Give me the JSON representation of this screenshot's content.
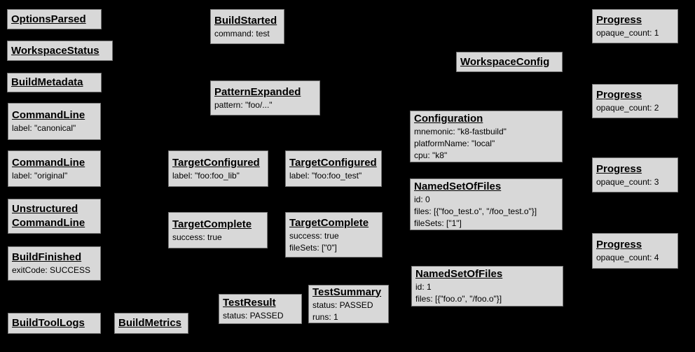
{
  "diagram_title": "Build Event Protocol event graph",
  "colors": {
    "background": "#000000",
    "box_fill": "#d8d8d8",
    "box_border": "#777777",
    "text": "#000000"
  },
  "nodes": [
    {
      "title": "OptionsParsed",
      "lines": []
    },
    {
      "title": "WorkspaceStatus",
      "lines": []
    },
    {
      "title": "BuildMetadata",
      "lines": []
    },
    {
      "title": "CommandLine",
      "lines": [
        "label: \"canonical\""
      ]
    },
    {
      "title": "CommandLine",
      "lines": [
        "label: \"original\""
      ]
    },
    {
      "title": "Unstructured CommandLine",
      "lines": []
    },
    {
      "title": "BuildFinished",
      "lines": [
        "exitCode: SUCCESS"
      ]
    },
    {
      "title": "BuildToolLogs",
      "lines": []
    },
    {
      "title": "BuildMetrics",
      "lines": []
    },
    {
      "title": "BuildStarted",
      "lines": [
        "command: test"
      ]
    },
    {
      "title": "PatternExpanded",
      "lines": [
        "pattern: \"foo/...\""
      ]
    },
    {
      "title": "TargetConfigured",
      "lines": [
        "label: \"foo:foo_lib\""
      ]
    },
    {
      "title": "TargetConfigured",
      "lines": [
        "label: \"foo:foo_test\""
      ]
    },
    {
      "title": "TargetComplete",
      "lines": [
        "success: true"
      ]
    },
    {
      "title": "TargetComplete",
      "lines": [
        "success: true",
        "fileSets: [\"0\"]"
      ]
    },
    {
      "title": "TestResult",
      "lines": [
        "status: PASSED"
      ]
    },
    {
      "title": "TestSummary",
      "lines": [
        "status: PASSED",
        "runs: 1"
      ]
    },
    {
      "title": "WorkspaceConfig",
      "lines": []
    },
    {
      "title": "Configuration",
      "lines": [
        "mnemonic: \"k8-fastbuild\"",
        "platformName: \"local\"",
        "cpu: \"k8\""
      ]
    },
    {
      "title": "NamedSetOfFiles",
      "lines": [
        "id: 0",
        "files: [{\"foo_test.o\", \"/foo_test.o\"}]",
        "fileSets: [\"1\"]"
      ]
    },
    {
      "title": "NamedSetOfFiles",
      "lines": [
        "id: 1",
        "files: [{\"foo.o\", \"/foo.o\"}]"
      ]
    },
    {
      "title": "Progress",
      "lines": [
        "opaque_count: 1"
      ]
    },
    {
      "title": "Progress",
      "lines": [
        "opaque_count: 2"
      ]
    },
    {
      "title": "Progress",
      "lines": [
        "opaque_count: 3"
      ]
    },
    {
      "title": "Progress",
      "lines": [
        "opaque_count: 4"
      ]
    }
  ]
}
